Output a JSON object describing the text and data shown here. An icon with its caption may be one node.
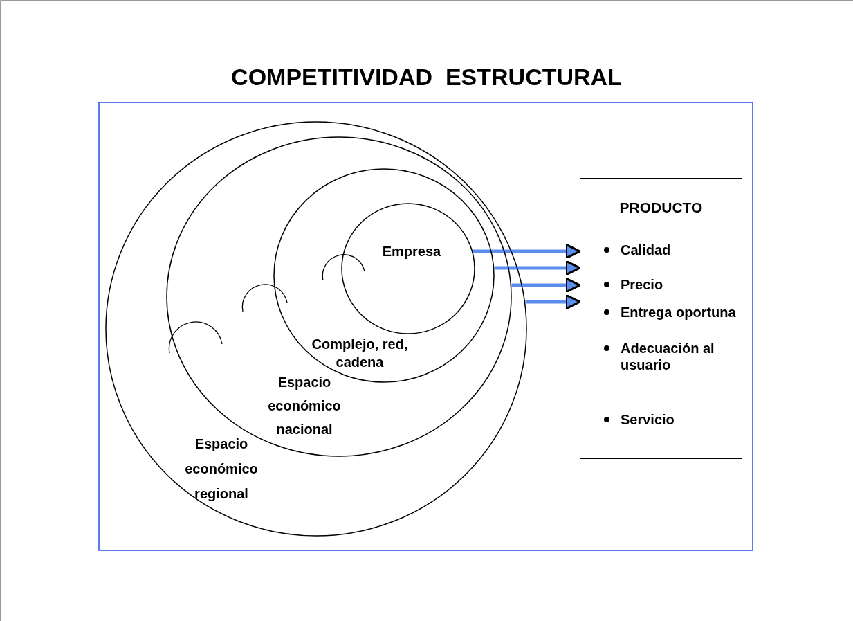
{
  "diagram": {
    "title": "COMPETITIVIDAD  ESTRUCTURAL",
    "nodes": [
      {
        "text": [
          "Espacio económico regional"
        ]
      },
      {
        "text": [
          "Espacio económico nacional"
        ],
        "in": 0
      },
      {
        "text": [
          "Complejo, red, cadena"
        ],
        "in": 1
      },
      {
        "text": [
          "Empresa"
        ],
        "in": 2
      },
      {
        "text": [
          "PRODUCTO",
          "Calidad",
          "Precio",
          "Entrega oportuna",
          "Adecuación al usuario",
          "Servicio"
        ]
      }
    ],
    "edges": [
      {
        "from": 3,
        "to": 4,
        "arrow": "to"
      },
      {
        "from": 2,
        "to": 4,
        "arrow": "to"
      },
      {
        "from": 1,
        "to": 4,
        "arrow": "to"
      },
      {
        "from": 0,
        "to": 4,
        "arrow": "to"
      }
    ]
  }
}
